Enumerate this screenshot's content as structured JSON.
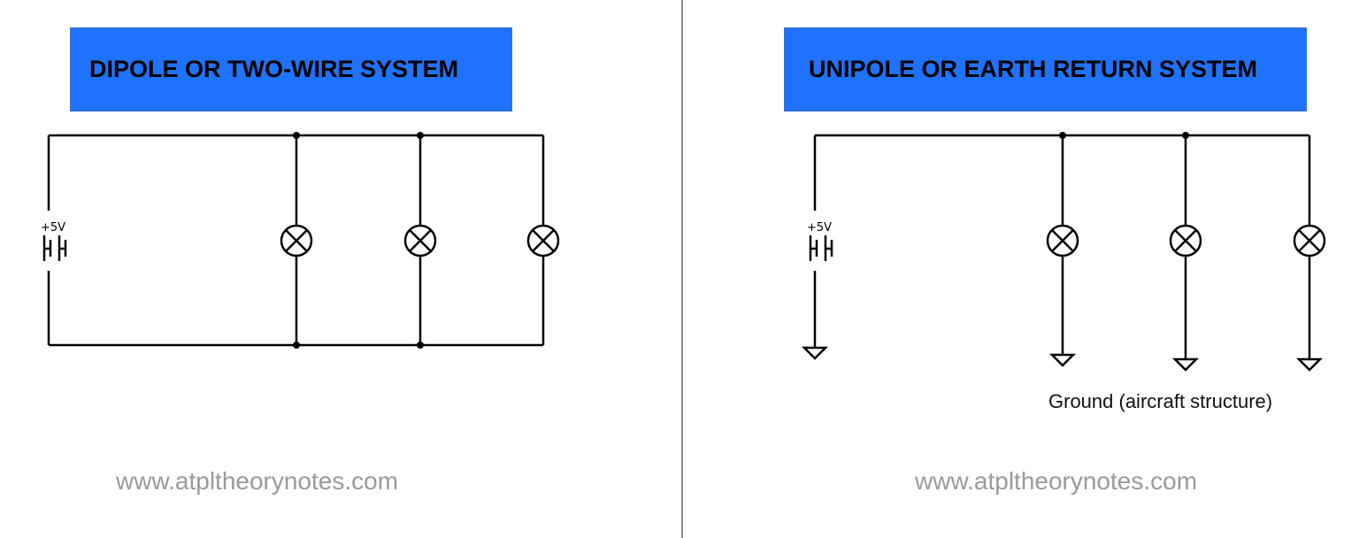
{
  "left_panel": {
    "title": "DIPOLE OR TWO-WIRE SYSTEM",
    "battery_label": "+5V",
    "watermark": "www.atpltheorynotes.com"
  },
  "right_panel": {
    "title": "UNIPOLE OR EARTH RETURN SYSTEM",
    "battery_label": "+5V",
    "ground_caption": "Ground (aircraft structure)",
    "watermark": "www.atpltheorynotes.com"
  },
  "colors": {
    "title_background": "#1f72fb",
    "watermark_text": "#9a9a9a",
    "divider": "#8c8c8c"
  }
}
